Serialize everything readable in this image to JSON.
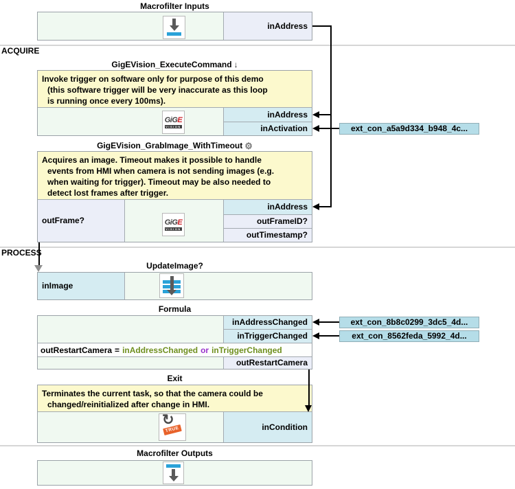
{
  "colors": {
    "comment_bg": "#FCF9CD",
    "body_bg": "#F0F9F1",
    "input_port_bg": "#D5ECF2",
    "output_port_bg": "#EBEEF8",
    "ext_label_bg": "#B5DDE8",
    "connection": "#000000",
    "section_line": "#D6D6D6",
    "formula_identifier": "#6F8F1F",
    "formula_operator": "#9932CC",
    "gige_red": "#CC2229",
    "icon_blue": "#2AA2D8"
  },
  "sections": {
    "acquire_label": "ACQUIRE",
    "process_label": "PROCESS"
  },
  "inputs_block": {
    "title": "Macrofilter Inputs",
    "out_port": "inAddress"
  },
  "execute_block": {
    "title": "GigEVision_ExecuteCommand",
    "comment": "Invoke trigger on software only for purpose of this demo\n(this software trigger will be very inaccurate as this loop\nis running once every 100ms).",
    "in_port_1": "inAddress",
    "in_port_2": "inActivation"
  },
  "grab_block": {
    "title": "GigEVision_GrabImage_WithTimeout",
    "comment": "Acquires an image. Timeout makes it possible to handle\nevents from HMI when camera is not sending images (e.g.\nwhen waiting for trigger). Timeout may be also needed to\ndetect lost frames after trigger.",
    "out_port_left": "outFrame?",
    "in_port": "inAddress",
    "out_port_1": "outFrameID?",
    "out_port_2": "outTimestamp?"
  },
  "update_block": {
    "title": "UpdateImage?",
    "in_port": "inImage"
  },
  "formula_block": {
    "title": "Formula",
    "in_port_1": "inAddressChanged",
    "in_port_2": "inTriggerChanged",
    "expression": {
      "lhs": "outRestartCamera",
      "eq": "=",
      "operand_1": "inAddressChanged",
      "operator": "or",
      "operand_2": "inTriggerChanged"
    },
    "out_port": "outRestartCamera"
  },
  "exit_block": {
    "title": "Exit",
    "comment": "Terminates the current task, so that the camera could be\nchanged/reinitialized after change in HMI.",
    "in_port": "inCondition",
    "icon_tag": "TRUE"
  },
  "outputs_block": {
    "title": "Macrofilter Outputs"
  },
  "ext_connections": {
    "activation": "ext_con_a5a9d334_b948_4c...",
    "address_changed": "ext_con_8b8c0299_3dc5_4d...",
    "trigger_changed": "ext_con_8562feda_5992_4d..."
  },
  "gige_logo": {
    "gig": "GiG",
    "e": "E",
    "vision": "VISION"
  }
}
